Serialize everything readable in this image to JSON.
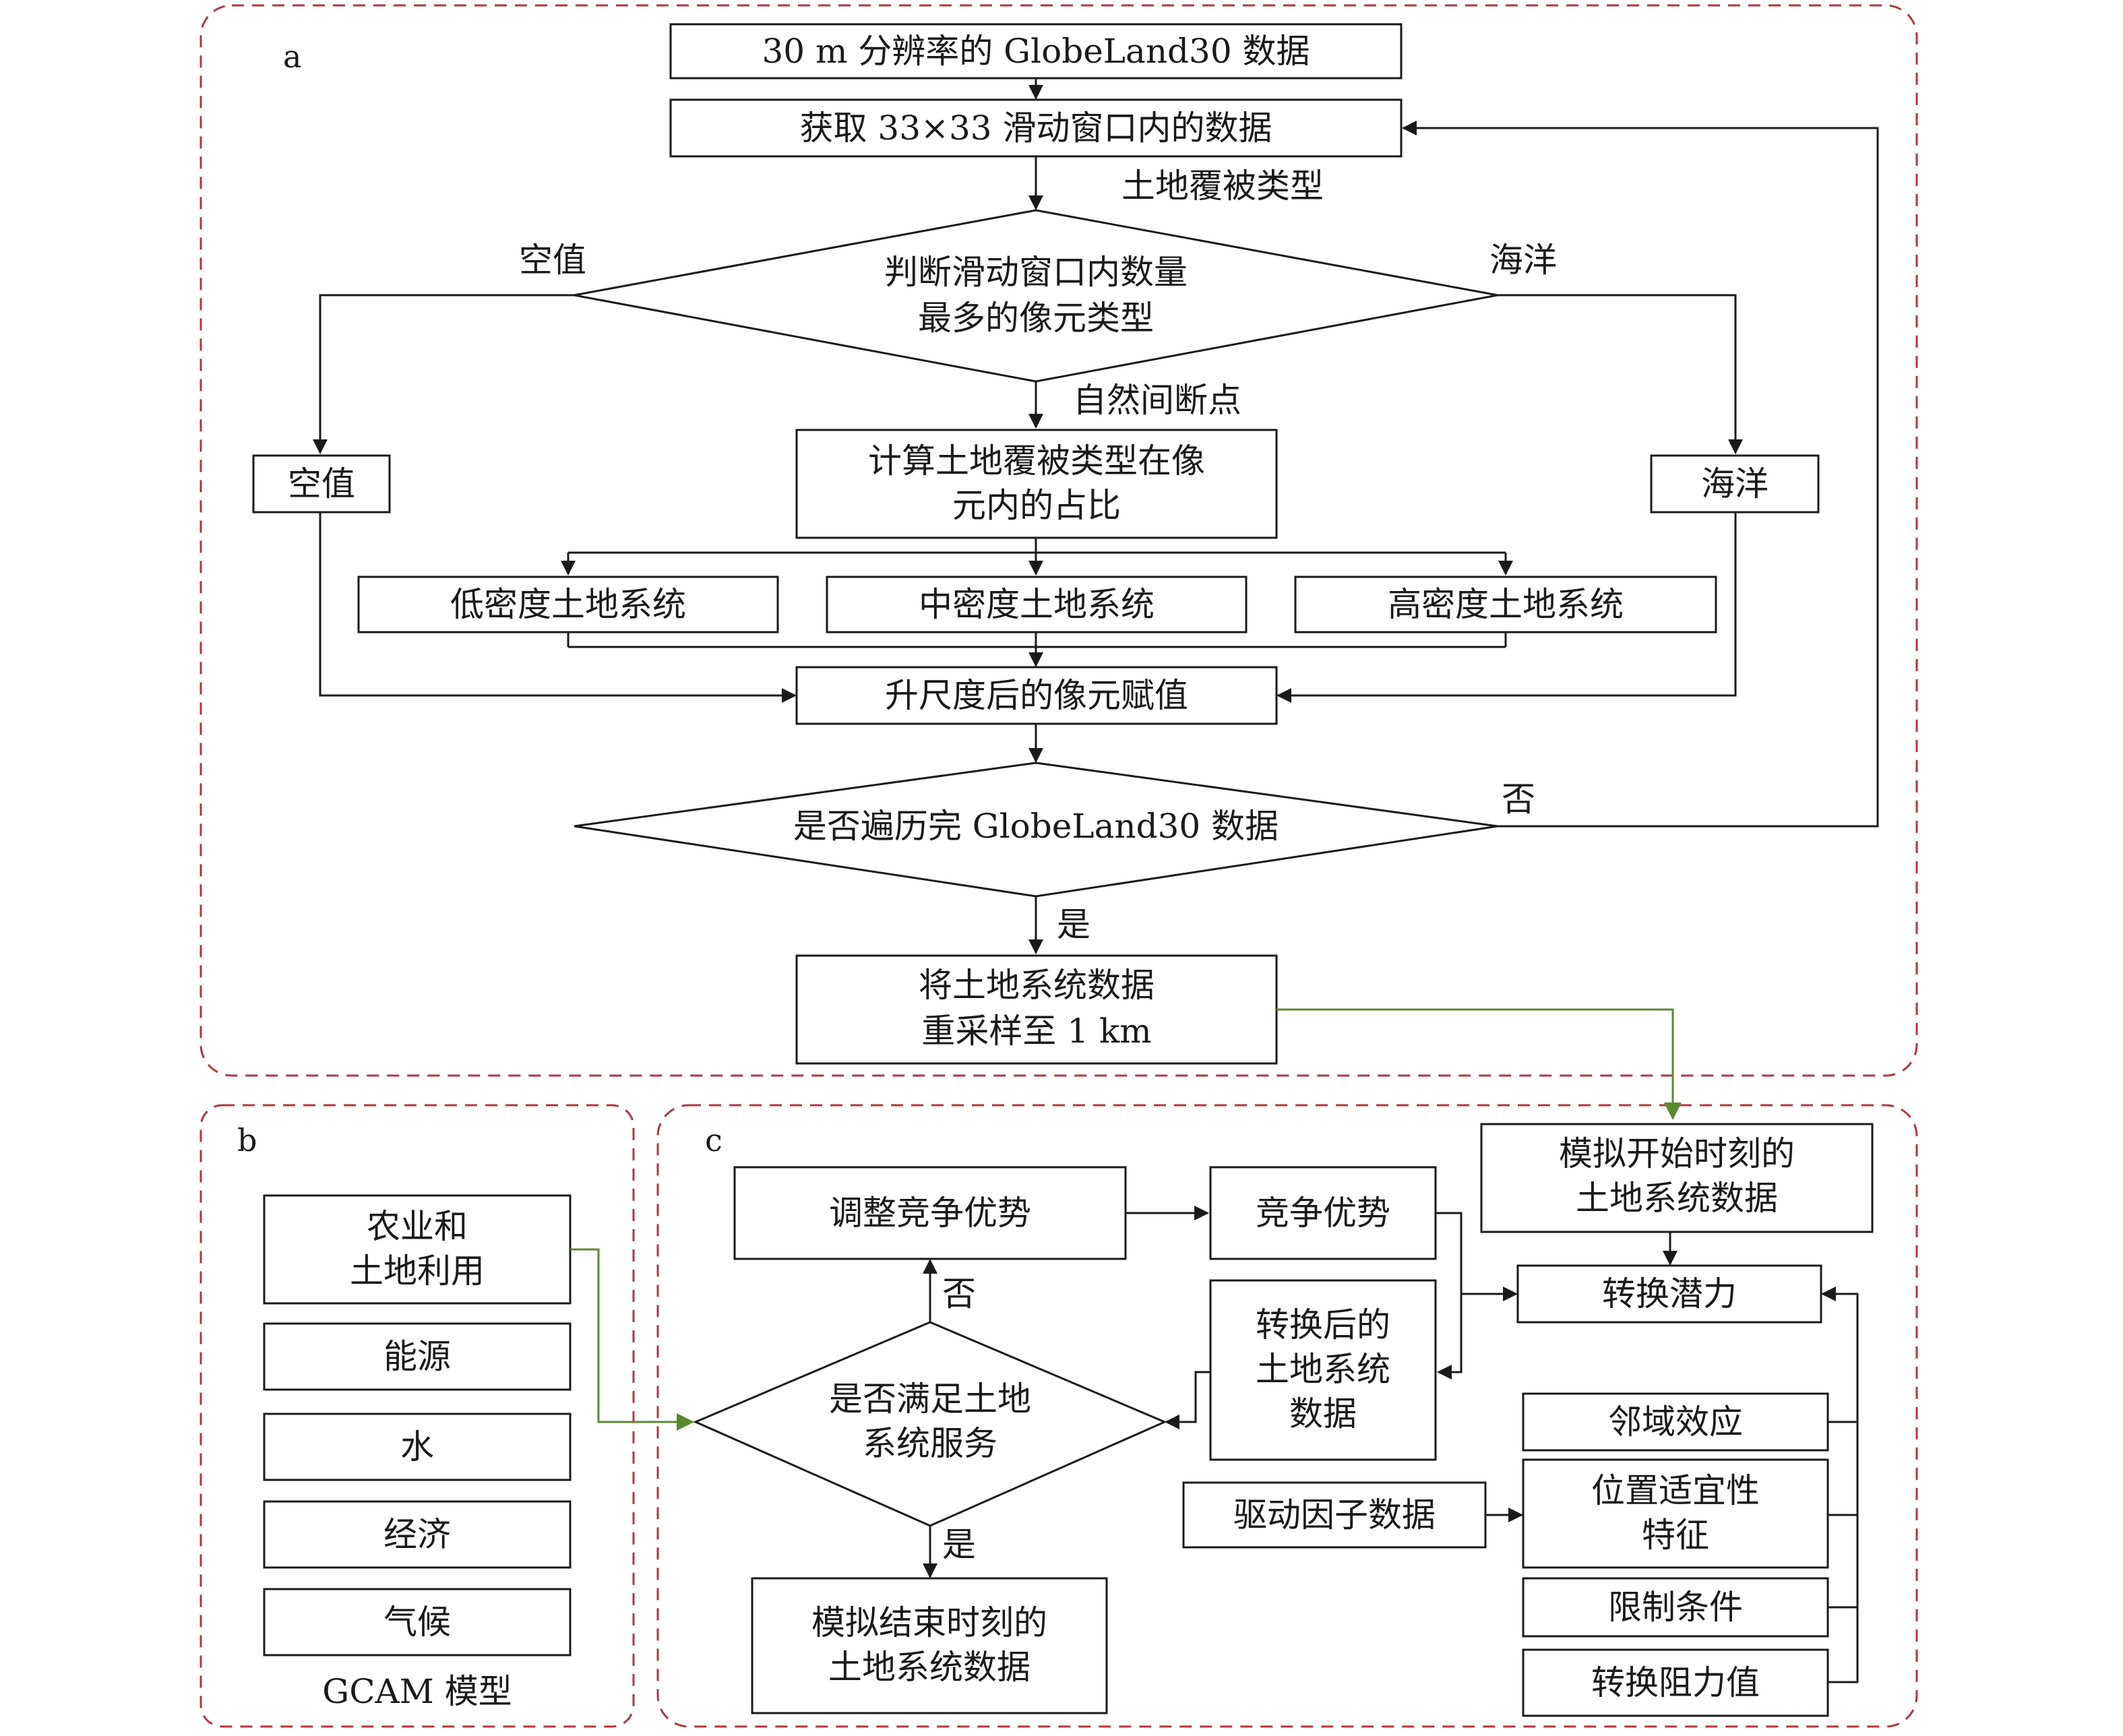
{
  "panels": {
    "a": "a",
    "b": "b",
    "c": "c"
  },
  "colors": {
    "panel_border": "#b0363c",
    "green_arrow": "#5a8a2e",
    "line": "#1a1a1a"
  },
  "a": {
    "globeland_data": "30 m 分辨率的 GlobeLand30 数据",
    "window_data": "获取 33×33 滑动窗口内的数据",
    "edge_landcover": "土地覆被类型",
    "judge_line1": "判断滑动窗口内数量",
    "judge_line2": "最多的像元类型",
    "edge_null": "空值",
    "edge_ocean": "海洋",
    "edge_breakpoint": "自然间断点",
    "null_box": "空值",
    "ocean_box": "海洋",
    "calc_line1": "计算土地覆被类型在像",
    "calc_line2": "元内的占比",
    "low_density": "低密度土地系统",
    "mid_density": "中密度土地系统",
    "high_density": "高密度土地系统",
    "upscale": "升尺度后的像元赋值",
    "traverse": "是否遍历完 GlobeLand30 数据",
    "edge_no": "否",
    "edge_yes": "是",
    "resample_line1": "将土地系统数据",
    "resample_line2": "重采样至 1 km"
  },
  "b": {
    "items": [
      "农业和",
      "土地利用",
      "能源",
      "水",
      "经济",
      "气候"
    ],
    "caption": "GCAM 模型"
  },
  "c": {
    "adjust": "调整竞争优势",
    "compete": "竞争优势",
    "start_line1": "模拟开始时刻的",
    "start_line2": "土地系统数据",
    "potential": "转换潜力",
    "converted_line1": "转换后的",
    "converted_line2": "土地系统",
    "converted_line3": "数据",
    "satisfy_line1": "是否满足土地",
    "satisfy_line2": "系统服务",
    "edge_no": "否",
    "edge_yes": "是",
    "end_line1": "模拟结束时刻的",
    "end_line2": "土地系统数据",
    "neighborhood": "邻域效应",
    "suitability_line1": "位置适宜性",
    "suitability_line2": "特征",
    "drivers": "驱动因子数据",
    "constraints": "限制条件",
    "resistance": "转换阻力值"
  }
}
